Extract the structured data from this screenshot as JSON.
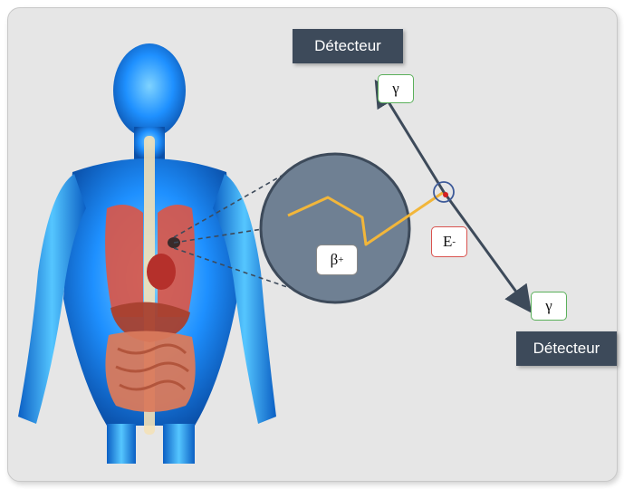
{
  "detectors": {
    "top": "Détecteur",
    "bottom": "Détecteur"
  },
  "particles": {
    "gamma_top": "γ",
    "gamma_bottom": "γ",
    "electron_base": "E",
    "electron_sup": "-",
    "beta_base": "β",
    "beta_sup": "+"
  },
  "colors": {
    "panel": "#e6e6e6",
    "detector_bg": "#3d4a5a",
    "gamma_border": "#5bb05b",
    "electron_border": "#d9534f",
    "positron_path": "#f2b63a",
    "magnifier_fill": "#6f8093",
    "body_glow": "#1e90ff"
  }
}
